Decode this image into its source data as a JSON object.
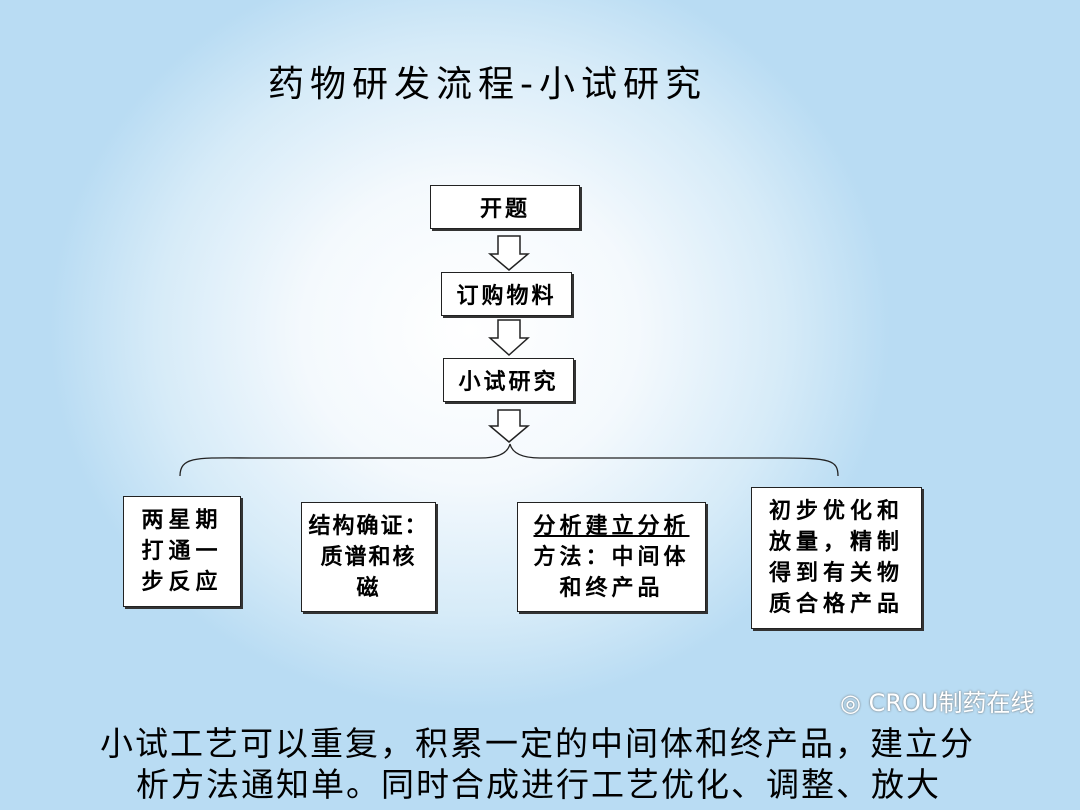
{
  "title": "药物研发流程-小试研究",
  "flow": {
    "step1": "开题",
    "step2": "订购物料",
    "step3": "小试研究"
  },
  "branches": [
    {
      "lines": [
        "两星期",
        "打通一",
        "步反应"
      ]
    },
    {
      "lines": [
        "结构确证：",
        "质谱和核",
        "磁"
      ]
    },
    {
      "lines": [
        "分析建立分析",
        "方法：中间体",
        "和终产品"
      ]
    },
    {
      "lines": [
        "初步优化和",
        "放量，精制",
        "得到有关物",
        "质合格产品"
      ]
    }
  ],
  "summary": {
    "line1": "小试工艺可以重复，积累一定的中间体和终产品，建立分",
    "line2": "析方法通知单。同时合成进行工艺优化、调整、放大"
  },
  "watermark": "CROU制药在线"
}
